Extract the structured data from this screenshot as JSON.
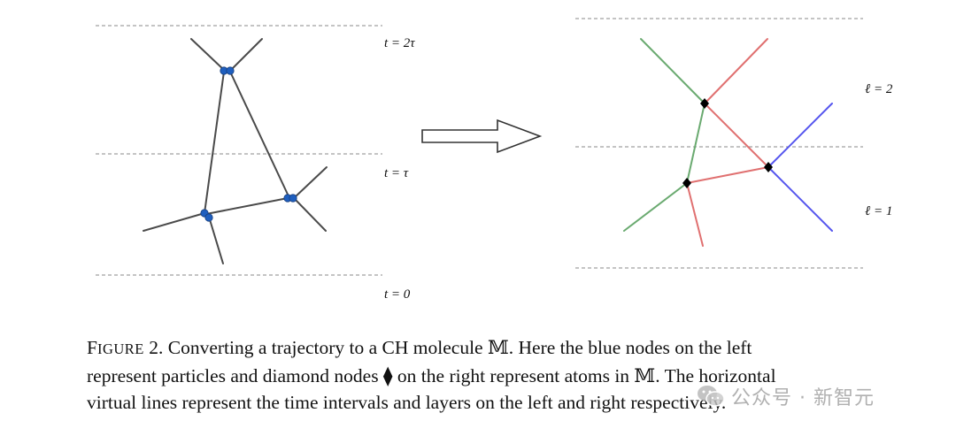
{
  "figure": {
    "left_labels": {
      "t_top": "t = 2τ",
      "t_mid": "t = τ",
      "t_bottom": "t = 0"
    },
    "right_labels": {
      "l_top": "ℓ = 2",
      "l_bottom": "ℓ = 1"
    },
    "colors": {
      "particle_edge": "#4a4a4a",
      "particle_node": "#1f5fbf",
      "green": "#6aaa70",
      "red": "#e07070",
      "blue": "#5555ee",
      "diamond": "#000000",
      "dashed": "#888888"
    }
  },
  "caption": {
    "label_first": "F",
    "label_rest": "IGURE",
    "number": "2.",
    "line1_rest": " Converting a trajectory to a CH molecule 𝕄. Here the blue nodes on the left",
    "line2": "represent particles and diamond nodes ⧫ on the right represent atoms in 𝕄. The horizontal",
    "line3": "virtual lines represent the time intervals and layers on the left and right respectively."
  },
  "watermark": {
    "text": "公众号 · 新智元",
    "icon": "wechat-icon"
  }
}
